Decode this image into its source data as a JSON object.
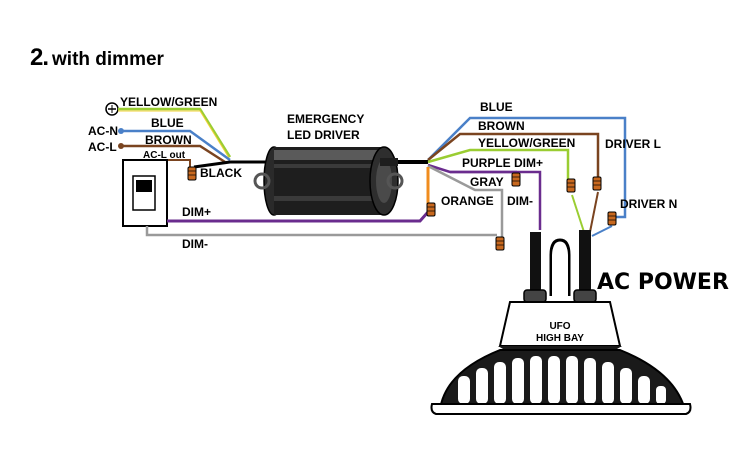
{
  "title": {
    "number": "2.",
    "text": "with dimmer"
  },
  "driver_label": {
    "line1": "EMERGENCY",
    "line2": "LED DRIVER"
  },
  "fixture_label": {
    "line1": "UFO",
    "line2": "HIGH BAY"
  },
  "left_wires": {
    "yellow_green": "YELLOW/GREEN",
    "blue": "BLUE",
    "brown": "BROWN",
    "ac_n": "AC-N",
    "ac_l": "AC-L",
    "ac_l_out": "AC-L out",
    "black": "BLACK",
    "dim_plus": "DIM+",
    "dim_minus": "DIM-"
  },
  "right_wires": {
    "blue": "BLUE",
    "brown": "BROWN",
    "yellow_green": "YELLOW/GREEN",
    "purple_dim_plus": "PURPLE DIM+",
    "gray": "GRAY",
    "orange": "ORANGE",
    "dim_minus": "DIM-",
    "driver_l": "DRIVER L",
    "driver_n": "DRIVER N"
  },
  "ac_power": "AC POWER",
  "colors": {
    "yellow_green": "#9acd32",
    "blue": "#4a80c8",
    "brown": "#7a4420",
    "purple": "#6a2c8e",
    "gray": "#9a9a9a",
    "orange": "#f08c1e",
    "black": "#000000",
    "nut": "#c8681e"
  }
}
